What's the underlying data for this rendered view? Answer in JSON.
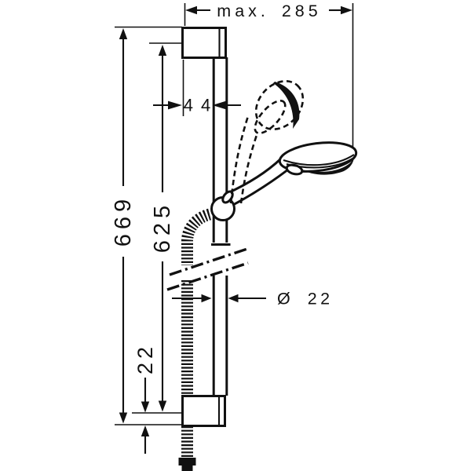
{
  "labels": {
    "max_width": "max. 285",
    "rail_length": "669",
    "hole_distance": "625",
    "wall_offset": "44",
    "diameter": "Ø 22",
    "bottom_offset": "22"
  },
  "colors": {
    "line": "#111111",
    "background": "#ffffff"
  }
}
